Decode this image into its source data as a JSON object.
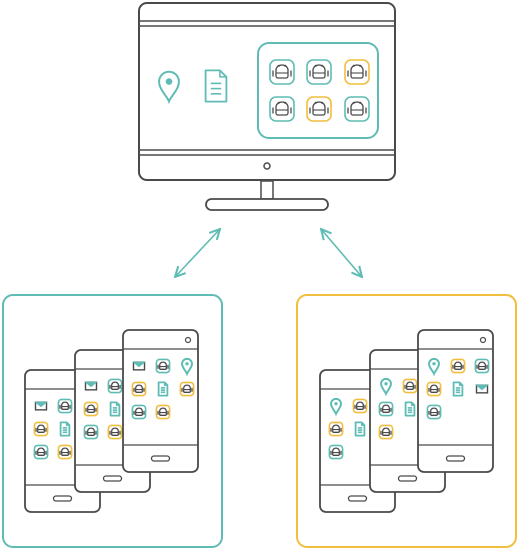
{
  "colors": {
    "outline": "#4a4a4a",
    "teal": "#5fbcb4",
    "yellow": "#f1be3e",
    "background": "#ffffff"
  },
  "monitor": {
    "icons": [
      "location-pin-icon",
      "document-icon"
    ],
    "app_grid": [
      [
        "teal",
        "teal",
        "yellow"
      ],
      [
        "teal",
        "yellow",
        "teal"
      ]
    ]
  },
  "sync_arrows": [
    "bidirectional-arrow-left",
    "bidirectional-arrow-right"
  ],
  "device_groups": [
    {
      "name": "teal-device-group",
      "accent": "teal",
      "phones": [
        {
          "rows": [
            [
              "mail-icon",
              "app-teal"
            ],
            [
              "app-yellow",
              "document-icon"
            ],
            [
              "app-teal",
              "app-yellow"
            ]
          ]
        },
        {
          "rows": [
            [
              "mail-icon",
              "app-teal"
            ],
            [
              "app-yellow",
              "document-icon"
            ],
            [
              "app-teal",
              "app-yellow"
            ]
          ]
        },
        {
          "rows": [
            [
              "mail-icon",
              "app-teal",
              "location-pin-icon"
            ],
            [
              "app-yellow",
              "document-icon",
              "app-yellow"
            ],
            [
              "app-teal",
              "app-yellow",
              ""
            ]
          ]
        }
      ]
    },
    {
      "name": "yellow-device-group",
      "accent": "yellow",
      "phones": [
        {
          "rows": [
            [
              "location-pin-icon",
              "app-yellow"
            ],
            [
              "app-yellow",
              "document-icon"
            ],
            [
              "app-teal",
              ""
            ]
          ]
        },
        {
          "rows": [
            [
              "location-pin-icon",
              "app-yellow"
            ],
            [
              "app-teal",
              "document-icon"
            ],
            [
              "app-yellow",
              ""
            ]
          ]
        },
        {
          "rows": [
            [
              "location-pin-icon",
              "app-yellow",
              "app-teal"
            ],
            [
              "app-yellow",
              "document-icon",
              "mail-icon"
            ],
            [
              "app-teal",
              "",
              ""
            ]
          ]
        }
      ]
    }
  ]
}
